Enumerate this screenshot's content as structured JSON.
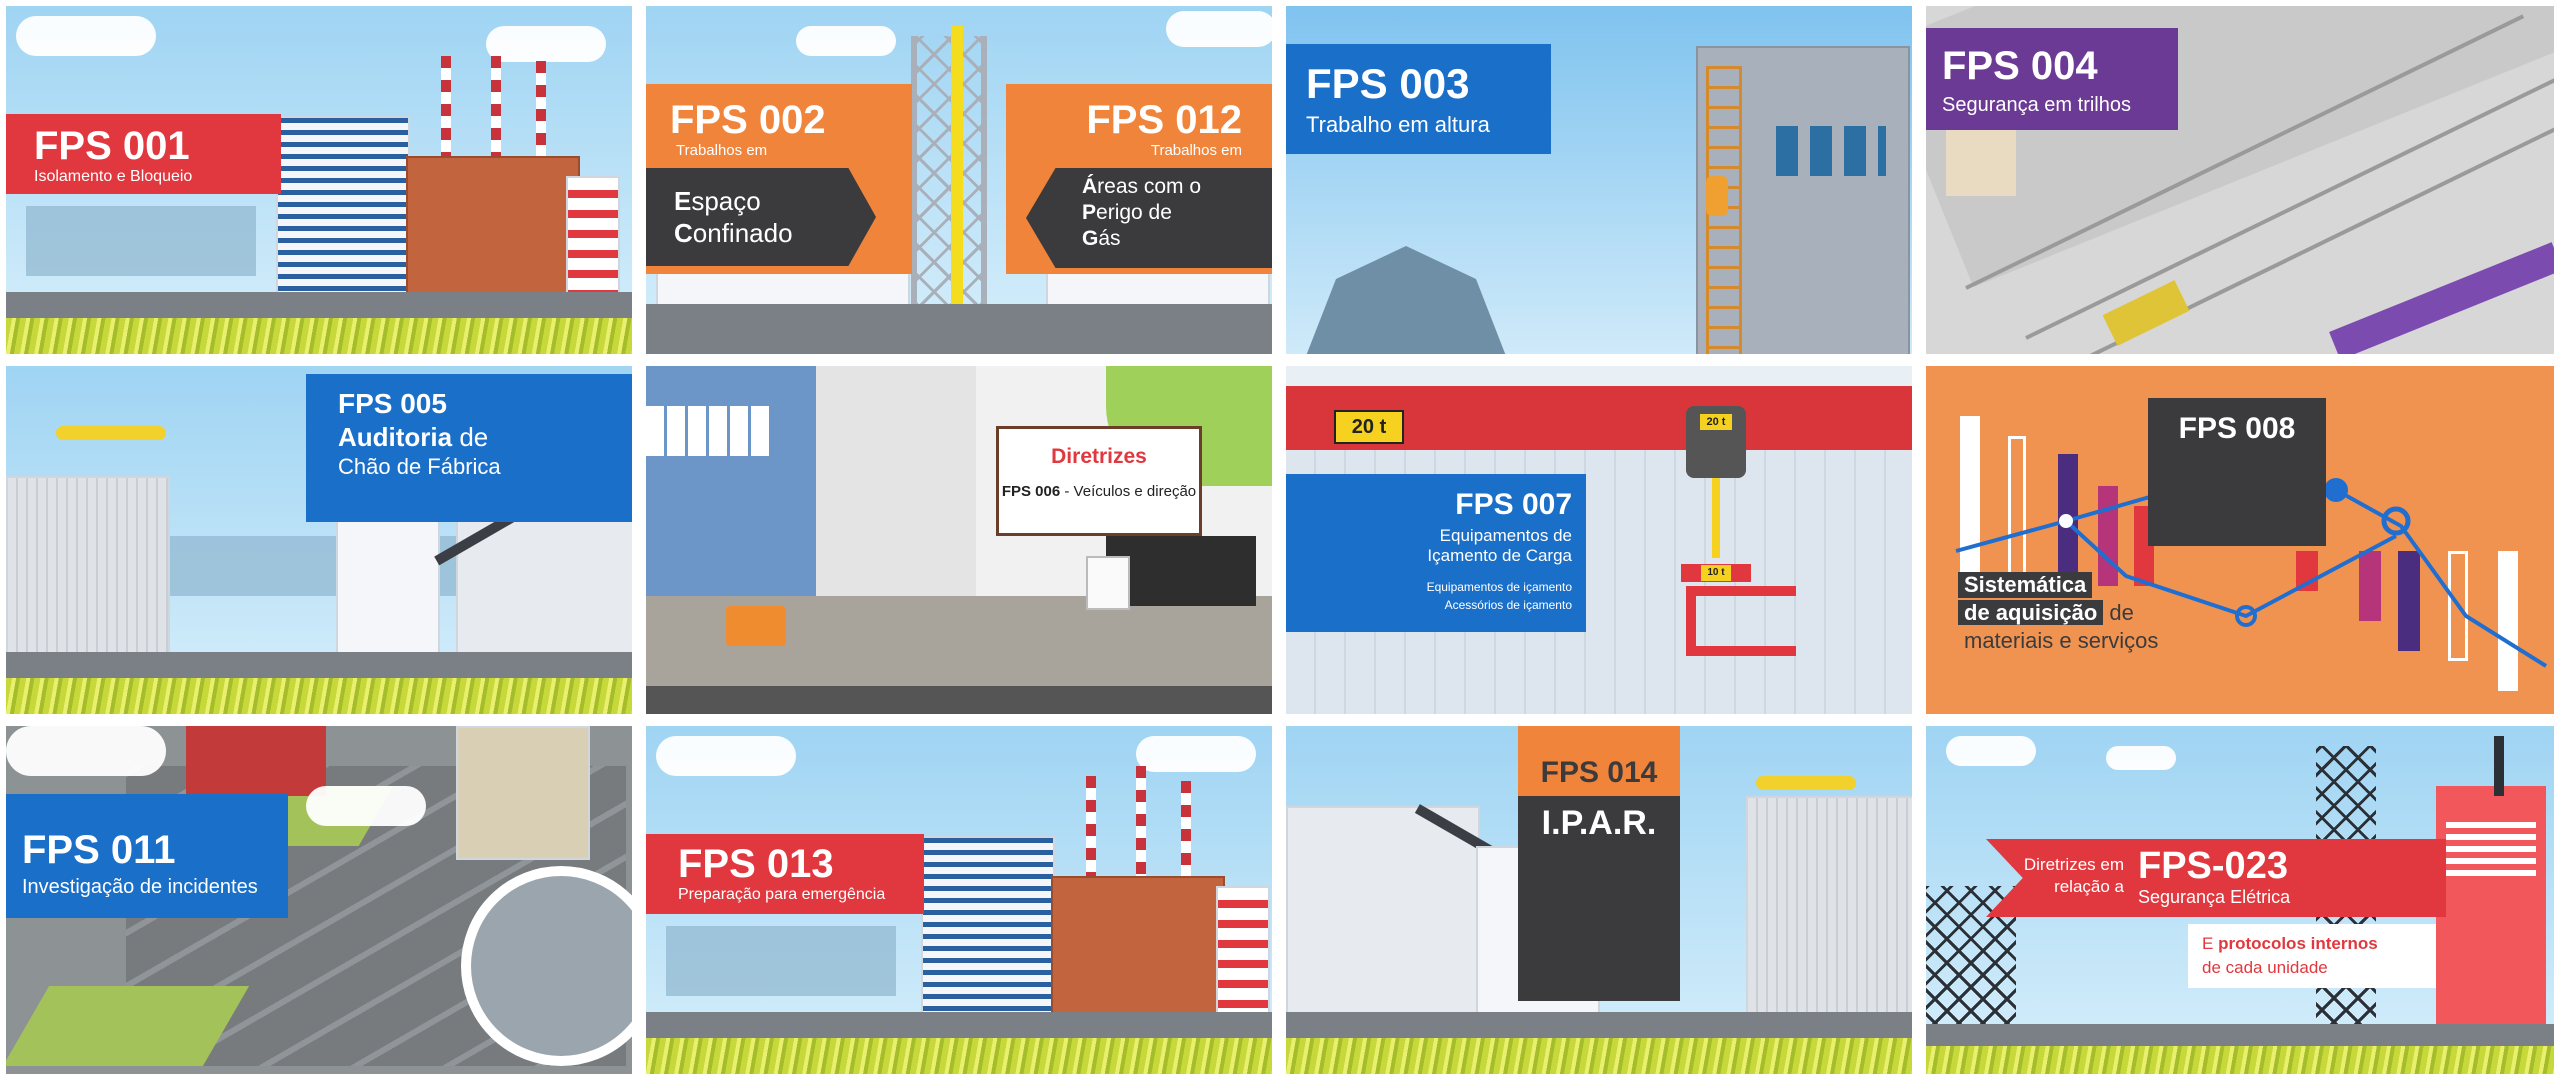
{
  "tiles": {
    "fps001": {
      "code": "FPS 001",
      "subtitle": "Isolamento e Bloqueio"
    },
    "fps002": {
      "code": "FPS 002",
      "intro": "Trabalhos em",
      "line1_initial": "E",
      "line1_rest": "spaço",
      "line2_initial": "C",
      "line2_rest": "onfinado"
    },
    "fps012": {
      "code": "FPS 012",
      "intro": "Trabalhos em",
      "line1_initial": "Á",
      "line1_rest": "reas com o",
      "line2_initial": "P",
      "line2_rest": "erigo de",
      "line3_initial": "G",
      "line3_rest": "ás"
    },
    "fps003": {
      "code": "FPS 003",
      "subtitle": "Trabalho em altura"
    },
    "fps004": {
      "code": "FPS 004",
      "subtitle": "Segurança em trilhos"
    },
    "fps005": {
      "code": "FPS 005",
      "title_bold": "Auditoria",
      "title_rest": " de",
      "line2": "Chão de Fábrica"
    },
    "fps006": {
      "heading": "Diretrizes",
      "code": "FPS 006",
      "subtitle": " - Veículos e direção"
    },
    "fps007": {
      "code": "FPS 007",
      "title_line1": "Equipamentos de",
      "title_line2": "Içamento de Carga",
      "item1": "Equipamentos de içamento",
      "item2": "Acessórios de içamento",
      "tag_big": "20 t",
      "tag_small1": "20 t",
      "tag_small2": "10 t"
    },
    "fps008": {
      "code": "FPS 008",
      "line1": "Sistemática",
      "line2_bold": "de aquisição",
      "line2_rest": " de",
      "line3": "materiais e serviços"
    },
    "fps011": {
      "code": "FPS 011",
      "subtitle": "Investigação de incidentes"
    },
    "fps013": {
      "code": "FPS 013",
      "subtitle": "Preparação para emergência"
    },
    "fps014": {
      "code": "FPS 014",
      "subtitle": "I.P.A.R."
    },
    "fps023": {
      "intro_line1": "Diretrizes em",
      "intro_line2": "relação a",
      "code": "FPS-023",
      "subtitle": "Segurança Elétrica",
      "note_prefix": "E ",
      "note_bold": "protocolos internos",
      "note_line2": "de cada unidade"
    }
  },
  "colors": {
    "red": "#e0383e",
    "orange": "#f0843a",
    "blue": "#1a6fc9",
    "purple": "#6b3a94",
    "dark": "#3b3b3d",
    "sky": "#9fd4f3",
    "grass": "#c7d83a"
  }
}
